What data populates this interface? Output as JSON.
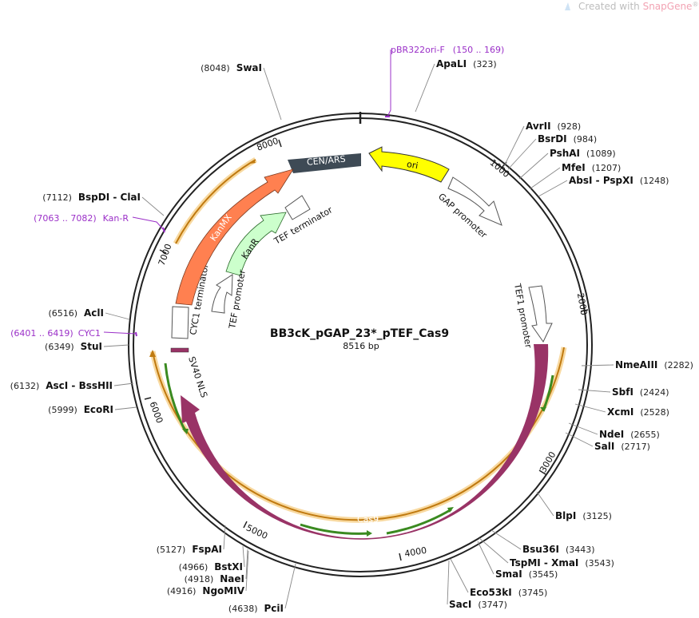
{
  "watermark": {
    "prefix": "Created with ",
    "brand": "SnapGene",
    "suffix": "®"
  },
  "plasmid": {
    "name": "BB3cK_pGAP_23*_pTEF_Cas9",
    "length": 8516,
    "size_text": "8516 bp"
  },
  "ticks": [
    "1000",
    "2000",
    "3000",
    "4000",
    "5000",
    "6000",
    "7000",
    "8000"
  ],
  "sites": [
    {
      "name": "SwaI",
      "pos": "8048",
      "pos_text": "(8048)",
      "side": "L"
    },
    {
      "name": "ApaLI",
      "pos": "323",
      "pos_text": "(323)",
      "side": "R"
    },
    {
      "name": "AvrII",
      "pos": "928",
      "pos_text": "(928)",
      "side": "R"
    },
    {
      "name": "BsrDI",
      "pos": "984",
      "pos_text": "(984)",
      "side": "R"
    },
    {
      "name": "PshAI",
      "pos": "1089",
      "pos_text": "(1089)",
      "side": "R"
    },
    {
      "name": "MfeI",
      "pos": "1207",
      "pos_text": "(1207)",
      "side": "R"
    },
    {
      "name": "AbsI  - PspXI",
      "pos": "1248",
      "pos_text": "(1248)",
      "side": "R"
    },
    {
      "name": "NmeAIII",
      "pos": "2282",
      "pos_text": "(2282)",
      "side": "R"
    },
    {
      "name": "SbfI",
      "pos": "2424",
      "pos_text": "(2424)",
      "side": "R"
    },
    {
      "name": "XcmI",
      "pos": "2528",
      "pos_text": "(2528)",
      "side": "R"
    },
    {
      "name": "NdeI",
      "pos": "2655",
      "pos_text": "(2655)",
      "side": "R"
    },
    {
      "name": "SalI",
      "pos": "2717",
      "pos_text": "(2717)",
      "side": "R"
    },
    {
      "name": "BlpI",
      "pos": "3125",
      "pos_text": "(3125)",
      "side": "R"
    },
    {
      "name": "Bsu36I",
      "pos": "3443",
      "pos_text": "(3443)",
      "side": "R"
    },
    {
      "name": "TspMI  - XmaI",
      "pos": "3543",
      "pos_text": "(3543)",
      "side": "R"
    },
    {
      "name": "SmaI",
      "pos": "3545",
      "pos_text": "(3545)",
      "side": "R"
    },
    {
      "name": "Eco53kI",
      "pos": "3745",
      "pos_text": "(3745)",
      "side": "R"
    },
    {
      "name": "SacI",
      "pos": "3747",
      "pos_text": "(3747)",
      "side": "R"
    },
    {
      "name": "PciI",
      "pos": "4638",
      "pos_text": "(4638)",
      "side": "L"
    },
    {
      "name": "NgoMIV",
      "pos": "4916",
      "pos_text": "(4916)",
      "side": "L"
    },
    {
      "name": "NaeI",
      "pos": "4918",
      "pos_text": "(4918)",
      "side": "L"
    },
    {
      "name": "BstXI",
      "pos": "4966",
      "pos_text": "(4966)",
      "side": "L"
    },
    {
      "name": "FspAI",
      "pos": "5127",
      "pos_text": "(5127)",
      "side": "L"
    },
    {
      "name": "EcoRI",
      "pos": "5999",
      "pos_text": "(5999)",
      "side": "L"
    },
    {
      "name": "AscI  - BssHII",
      "pos": "6132",
      "pos_text": "(6132)",
      "side": "L"
    },
    {
      "name": "StuI",
      "pos": "6349",
      "pos_text": "(6349)",
      "side": "L"
    },
    {
      "name": "AclI",
      "pos": "6516",
      "pos_text": "(6516)",
      "side": "L"
    },
    {
      "name": "BspDI  - ClaI",
      "pos": "7112",
      "pos_text": "(7112)",
      "side": "L"
    }
  ],
  "primers": [
    {
      "name": "pBR322ori-F",
      "range": "(150 .. 169)"
    },
    {
      "name": "Kan-R",
      "range": "(7063 .. 7082)"
    },
    {
      "name": "CYC1",
      "range": "(6401 .. 6419)"
    }
  ],
  "features": [
    {
      "name": "CEN/ARS",
      "color": "#3e4a55"
    },
    {
      "name": "ori",
      "color": "#ffff00"
    },
    {
      "name": "GAP promoter",
      "color": "#ffffff"
    },
    {
      "name": "TEF1 promoter",
      "color": "#ffffff"
    },
    {
      "name": "Cas9",
      "color": "#993366"
    },
    {
      "name": "SV40 NLS",
      "color": "#993366"
    },
    {
      "name": "CYC1 terminator",
      "color": "#ffffff"
    },
    {
      "name": "KanMX",
      "color": "#ff8050"
    },
    {
      "name": "KanR",
      "color": "#ccffcc"
    },
    {
      "name": "TEF promoter",
      "color": "#ffffff"
    },
    {
      "name": "TEF terminator",
      "color": "#ffffff"
    }
  ]
}
